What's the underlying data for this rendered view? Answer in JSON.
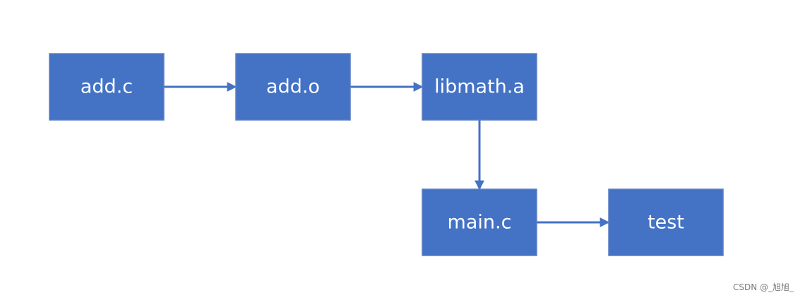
{
  "diagram": {
    "node_color": "#4472c4",
    "edge_color": "#4472c4",
    "text_color": "#ffffff",
    "nodes": [
      {
        "id": "add-c",
        "label": "add.c"
      },
      {
        "id": "add-o",
        "label": "add.o"
      },
      {
        "id": "libmath-a",
        "label": "libmath.a"
      },
      {
        "id": "main-c",
        "label": "main.c"
      },
      {
        "id": "test",
        "label": "test"
      }
    ],
    "edges": [
      {
        "from": "add-c",
        "to": "add-o"
      },
      {
        "from": "add-o",
        "to": "libmath-a"
      },
      {
        "from": "libmath-a",
        "to": "main-c"
      },
      {
        "from": "main-c",
        "to": "test"
      }
    ]
  },
  "watermark": {
    "text": "CSDN @_旭旭_"
  }
}
